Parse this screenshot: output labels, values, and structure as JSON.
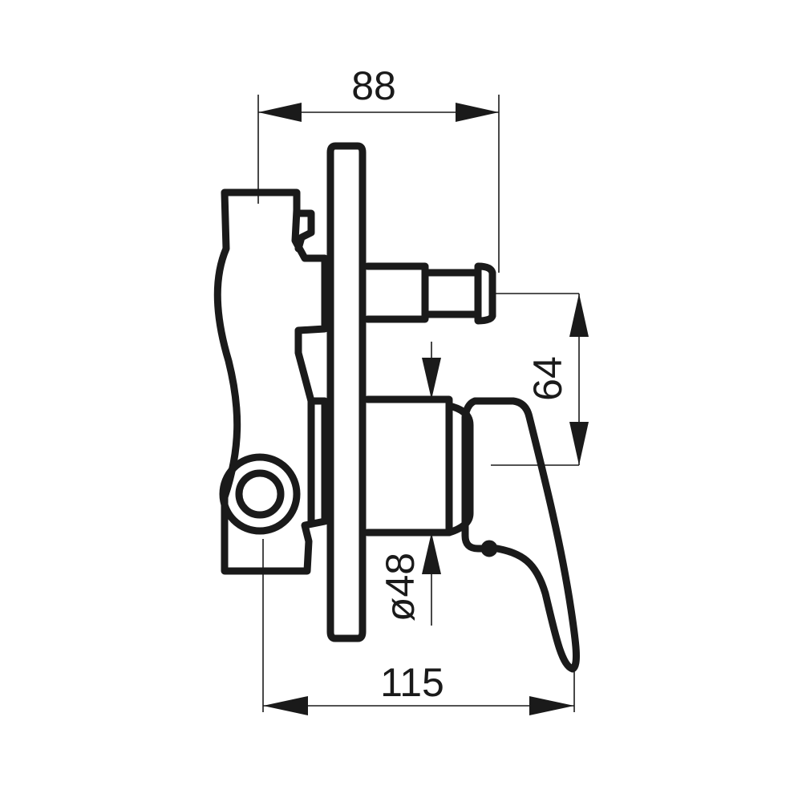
{
  "diagram": {
    "dimensions": {
      "top_width": "88",
      "bottom_width": "115",
      "vertical_offset": "64",
      "diameter": "ø48"
    }
  }
}
